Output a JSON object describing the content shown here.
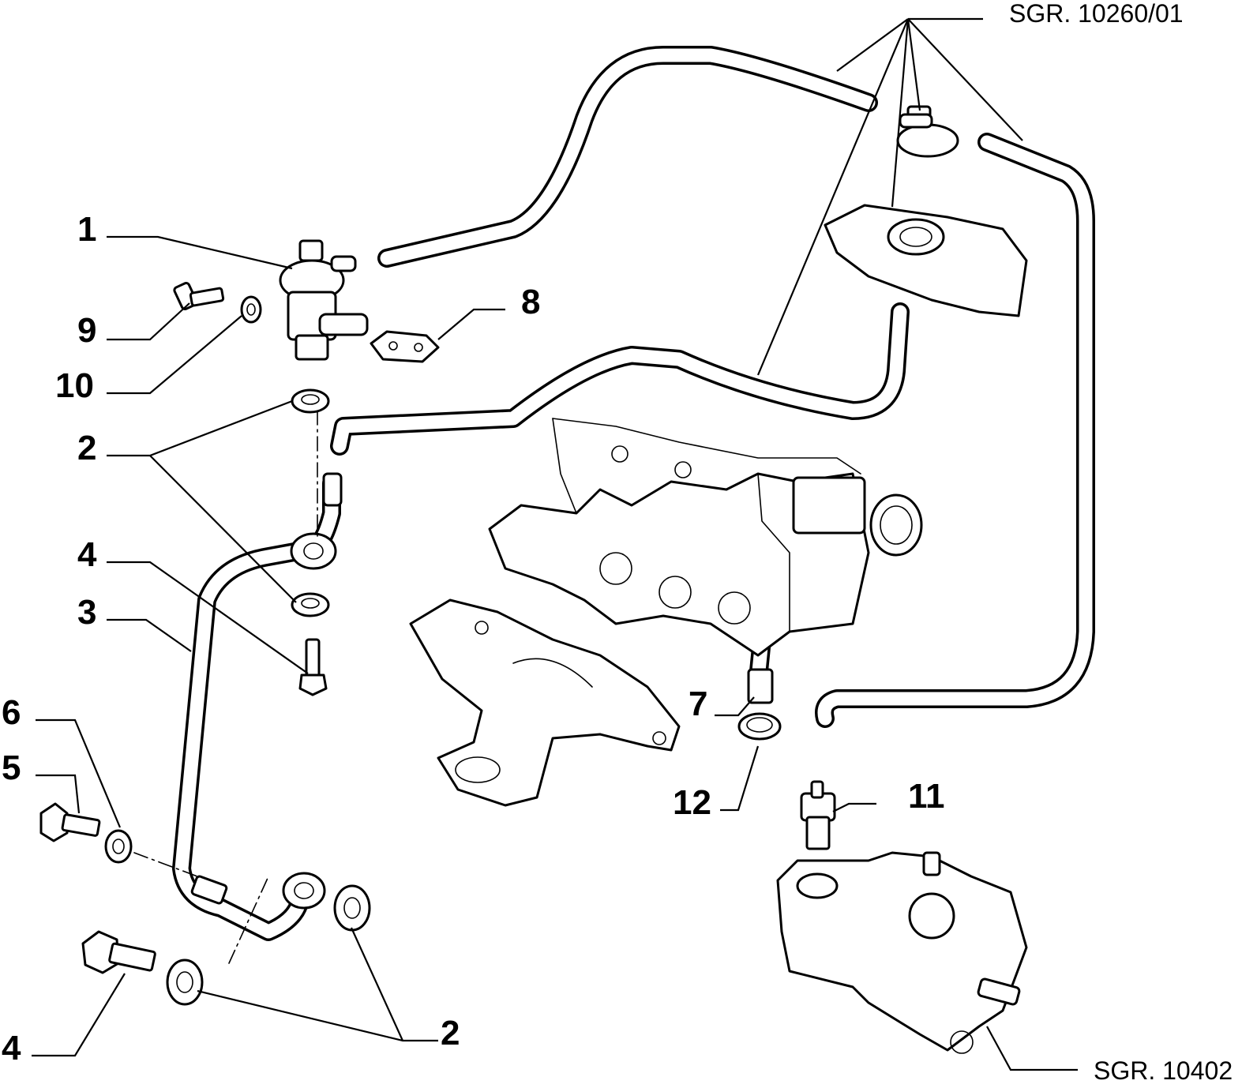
{
  "callouts": {
    "c1": "1",
    "c2a": "2",
    "c2b": "2",
    "c3": "3",
    "c4a": "4",
    "c4b": "4",
    "c5": "5",
    "c6": "6",
    "c7": "7",
    "c8": "8",
    "c9": "9",
    "c10": "10",
    "c11": "11",
    "c12": "12"
  },
  "references": {
    "top": "SGR. 10260/01",
    "bottom": "SGR. 10402"
  }
}
